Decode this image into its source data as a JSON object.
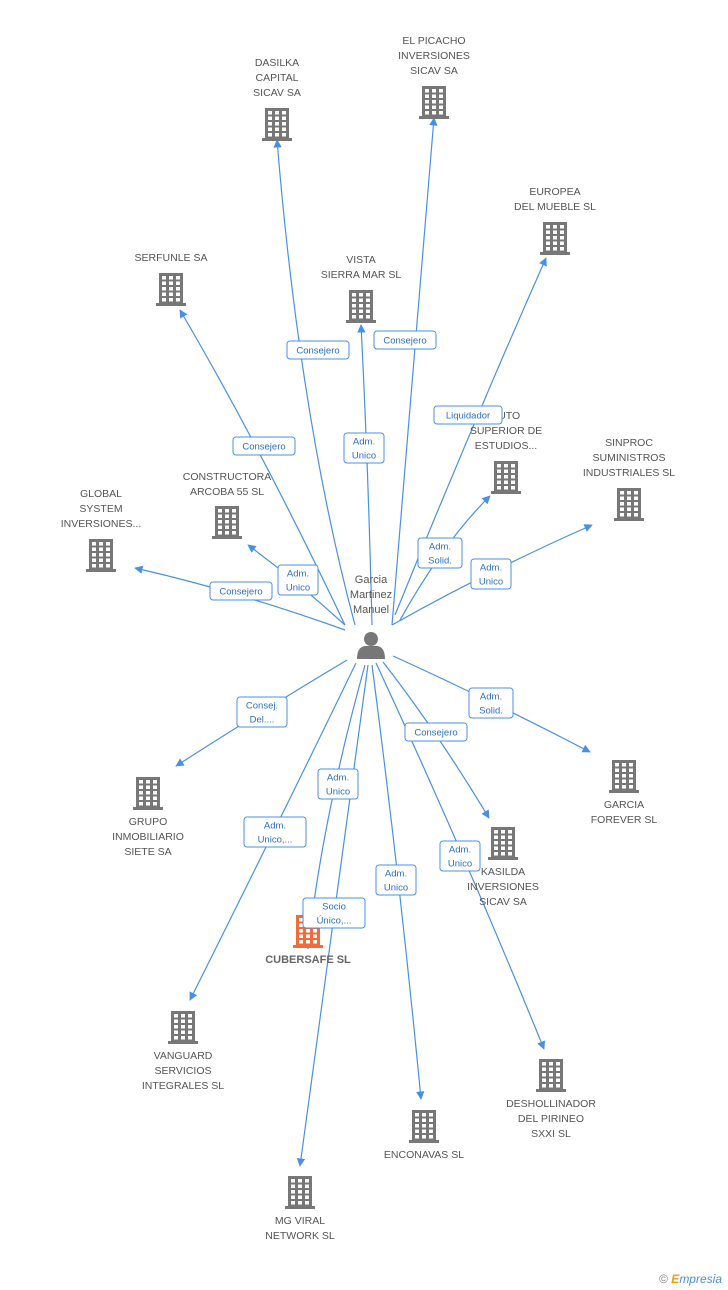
{
  "center": {
    "name_lines": [
      "Garcia",
      "Martinez",
      "Manuel"
    ],
    "icon": "person-icon"
  },
  "companies": [
    {
      "id": "dasilka",
      "label_lines": [
        "DASILKA",
        "CAPITAL",
        "SICAV SA"
      ],
      "icon": "building-icon"
    },
    {
      "id": "el-picacho",
      "label_lines": [
        "EL PICACHO",
        "INVERSIONES",
        "SICAV SA"
      ],
      "icon": "building-icon"
    },
    {
      "id": "europea",
      "label_lines": [
        "EUROPEA",
        "DEL MUEBLE SL"
      ],
      "icon": "building-icon"
    },
    {
      "id": "serfunle",
      "label_lines": [
        "SERFUNLE SA"
      ],
      "icon": "building-icon"
    },
    {
      "id": "vista",
      "label_lines": [
        "VISTA",
        "SIERRA MAR SL"
      ],
      "icon": "building-icon"
    },
    {
      "id": "instituto",
      "label_lines": [
        "TUTO",
        "SUPERIOR DE",
        "ESTUDIOS..."
      ],
      "icon": "building-icon"
    },
    {
      "id": "sinproc",
      "label_lines": [
        "SINPROC",
        "SUMINISTROS",
        "INDUSTRIALES SL"
      ],
      "icon": "building-icon"
    },
    {
      "id": "constructora",
      "label_lines": [
        "CONSTRUCTORA",
        "ARCOBA 55  SL"
      ],
      "icon": "building-icon"
    },
    {
      "id": "global",
      "label_lines": [
        "GLOBAL",
        "SYSTEM",
        "INVERSIONES..."
      ],
      "icon": "building-icon"
    },
    {
      "id": "grupo",
      "label_lines": [
        "GRUPO",
        "INMOBILIARIO",
        "SIETE SA"
      ],
      "icon": "building-icon"
    },
    {
      "id": "garcia-forever",
      "label_lines": [
        "GARCIA",
        "FOREVER  SL"
      ],
      "icon": "building-icon"
    },
    {
      "id": "kasilda",
      "label_lines": [
        "KASILDA",
        "INVERSIONES",
        "SICAV SA"
      ],
      "icon": "building-icon"
    },
    {
      "id": "cubersafe",
      "label_lines": [
        "CUBERSAFE SL"
      ],
      "icon": "building-icon",
      "focus": true
    },
    {
      "id": "vanguard",
      "label_lines": [
        "VANGUARD",
        "SERVICIOS",
        "INTEGRALES  SL"
      ],
      "icon": "building-icon"
    },
    {
      "id": "deshollinador",
      "label_lines": [
        "DESHOLLINADOR",
        "DEL PIRINEO",
        "SXXI  SL"
      ],
      "icon": "building-icon"
    },
    {
      "id": "enconavas",
      "label_lines": [
        "ENCONAVAS SL"
      ],
      "icon": "building-icon"
    },
    {
      "id": "mg-viral",
      "label_lines": [
        "MG VIRAL",
        "NETWORK  SL"
      ],
      "icon": "building-icon"
    }
  ],
  "relations": [
    {
      "target": "dasilka",
      "label_lines": [
        "Consejero"
      ]
    },
    {
      "target": "el-picacho",
      "label_lines": [
        "Consejero"
      ]
    },
    {
      "target": "europea",
      "label_lines": [
        "Liquidador"
      ]
    },
    {
      "target": "serfunle",
      "label_lines": [
        "Consejero"
      ]
    },
    {
      "target": "vista",
      "label_lines": [
        "Adm.",
        "Unico"
      ]
    },
    {
      "target": "instituto",
      "label_lines": [
        "Adm.",
        "Solid."
      ]
    },
    {
      "target": "sinproc",
      "label_lines": [
        "Adm.",
        "Unico"
      ]
    },
    {
      "target": "constructora",
      "label_lines": [
        "Adm.",
        "Unico"
      ]
    },
    {
      "target": "global",
      "label_lines": [
        "Consejero"
      ]
    },
    {
      "target": "grupo",
      "label_lines": [
        "Consej.",
        "Del...."
      ]
    },
    {
      "target": "garcia-forever",
      "label_lines": [
        "Adm.",
        "Solid."
      ]
    },
    {
      "target": "kasilda",
      "label_lines": [
        "Consejero"
      ]
    },
    {
      "target": "cubersafe",
      "label_lines": [
        "Adm.",
        "Unico"
      ]
    },
    {
      "target": "vanguard",
      "label_lines": [
        "Adm.",
        "Unico,..."
      ]
    },
    {
      "target": "deshollinador",
      "label_lines": [
        "Adm.",
        "Unico"
      ]
    },
    {
      "target": "enconavas",
      "label_lines": [
        "Adm.",
        "Unico"
      ]
    },
    {
      "target": "mg-viral",
      "label_lines": [
        "Socio",
        "Único,..."
      ]
    }
  ],
  "colors": {
    "edge": "#4a90e2",
    "building": "#777777",
    "building_focus": "#f26b3a",
    "person": "#777777"
  },
  "footer": {
    "copyright": "©",
    "brand_initial": "E",
    "brand_rest": "mpresia"
  }
}
